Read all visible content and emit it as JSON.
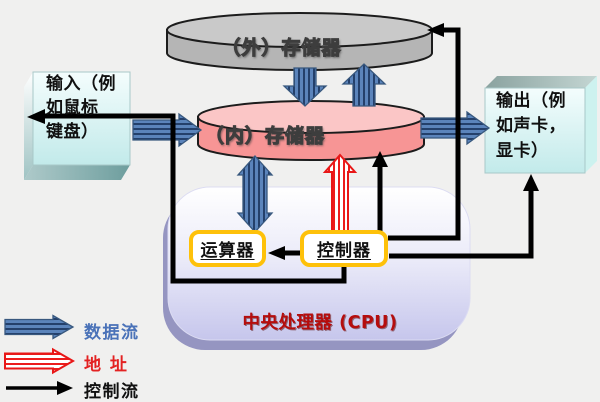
{
  "diagram": {
    "nodes": {
      "external_storage": {
        "label": "（外）存储器"
      },
      "internal_storage": {
        "label": "（内）存储器"
      },
      "input_device": {
        "lines": [
          "输入（例",
          "如鼠标",
          "键盘）"
        ]
      },
      "output_device": {
        "lines": [
          "输出（例",
          "如声卡，",
          "显卡）"
        ]
      },
      "alu": {
        "label": "运算器"
      },
      "control_unit": {
        "label": "控制器"
      },
      "cpu": {
        "label": "中央处理器 (CPU)"
      }
    },
    "legend": {
      "items": [
        {
          "id": "data-flow",
          "label": "数据流",
          "color": "#4a72b8",
          "style": "blue-striped-arrow"
        },
        {
          "id": "address",
          "label": "地 址",
          "color": "#e32222",
          "style": "red-striped-arrow"
        },
        {
          "id": "control-flow",
          "label": "控制流",
          "color": "#111111",
          "style": "black-arrow"
        }
      ]
    },
    "colors": {
      "background": "#f0f0ef",
      "external_storage_fill": "#b5b5b5",
      "internal_storage_fill": "#f79595",
      "io_box_fill": "#d9f2f2",
      "cpu_fill": "#cfcfee",
      "cpu_label_color": "#b50d0d",
      "highlight_border": "#fec10a",
      "data_arrow_blue": "#5b84bb",
      "data_arrow_stripe": "#24406b",
      "address_arrow_red": "#ec1c1c",
      "control_line_black": "#000000"
    }
  }
}
